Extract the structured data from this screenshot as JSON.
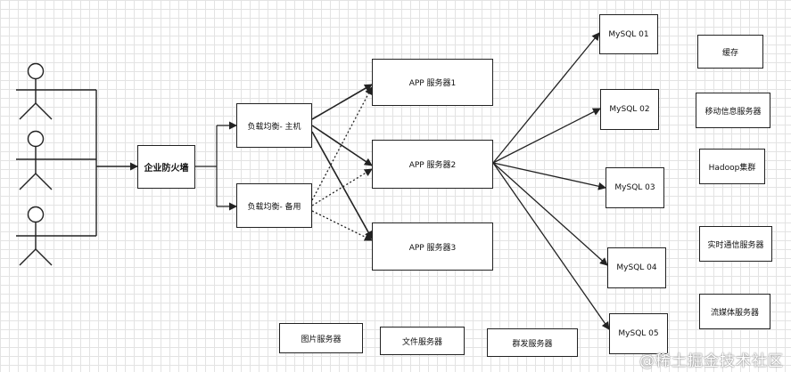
{
  "firewall": {
    "label": "企业防火墙"
  },
  "load_balancers": {
    "main": "负载均衡- 主机",
    "backup": "负载均衡- 备用"
  },
  "app_servers": [
    {
      "label": "APP 服务器1"
    },
    {
      "label": "APP 服务器2"
    },
    {
      "label": "APP 服务器3"
    }
  ],
  "mysql": [
    {
      "label": "MySQL 01"
    },
    {
      "label": "MySQL 02"
    },
    {
      "label": "MySQL 03"
    },
    {
      "label": "MySQL 04"
    },
    {
      "label": "MySQL 05"
    }
  ],
  "services": [
    {
      "label": "缓存"
    },
    {
      "label": "移动信息服务器"
    },
    {
      "label": "Hadoop集群"
    },
    {
      "label": "实时通信服务器"
    },
    {
      "label": "流媒体服务器"
    }
  ],
  "bottom_servers": [
    {
      "label": "图片服务器"
    },
    {
      "label": "文件服务器"
    },
    {
      "label": "群发服务器"
    }
  ],
  "watermark": {
    "text": "@稀土掘金技术社区"
  },
  "colors": {
    "stroke": "#222222",
    "grid": "#e3e3e3",
    "background": "#ffffff"
  }
}
